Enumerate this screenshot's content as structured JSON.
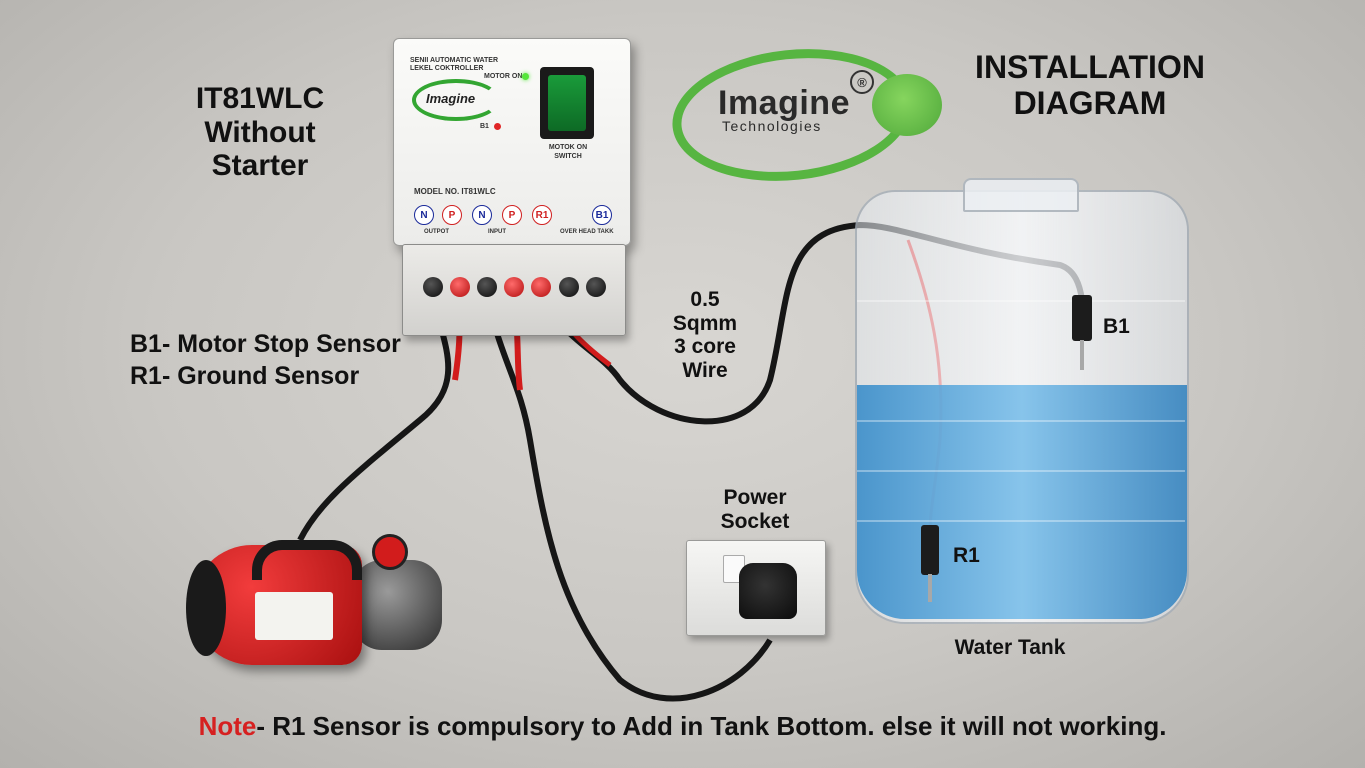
{
  "headings": {
    "model": [
      "IT81WLC",
      "Without",
      "Starter"
    ],
    "installation": [
      "INSTALLATION",
      "DIAGRAM"
    ]
  },
  "brand_logo": {
    "name": "Imagine",
    "subtitle": "Technologies",
    "registered_mark": "®",
    "ring_color": "#57b541"
  },
  "controller": {
    "title_line1": "SENII AUTOMATIC WATER",
    "title_line2": "LEKEL COKTROLLER",
    "logo_text": "Imagine",
    "motor_on_label": "MOTOR ON",
    "b1_label": "B1",
    "switch_label_line1": "MOTOK ON",
    "switch_label_line2": "SWITCH",
    "model_no": "MODEL NO. IT81WLC",
    "terminals": [
      "N",
      "P",
      "N",
      "P",
      "R1",
      "B1"
    ],
    "terminal_captions": {
      "output": "OUTPOT",
      "input": "INPUT",
      "overhead": "OVER HEAD TAKK"
    }
  },
  "sensor_legend": [
    "B1- Motor Stop Sensor",
    "R1- Ground Sensor"
  ],
  "wire_label": [
    "0.5",
    "Sqmm",
    "3 core",
    "Wire"
  ],
  "socket_label": [
    "Power",
    "Socket"
  ],
  "tank": {
    "label": "Water Tank",
    "b1_sensor": "B1",
    "r1_sensor": "R1",
    "water_color": "#4c9ed6"
  },
  "note": {
    "prefix": "Note",
    "text": "- R1 Sensor is compulsory to Add in Tank Bottom. else it will not working.",
    "prefix_color": "#d62020"
  }
}
